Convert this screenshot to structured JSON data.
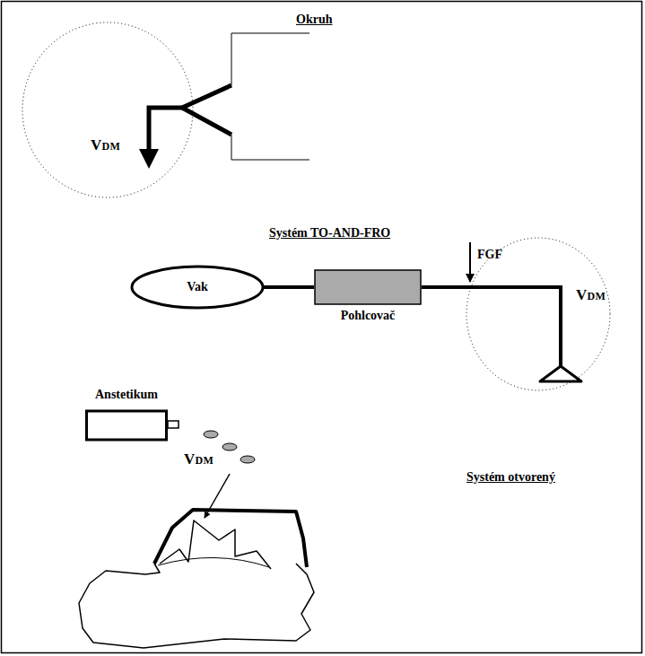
{
  "diagram": {
    "nodes": [
      {
        "text": [
          "VDM"
        ]
      },
      {
        "text": [
          "Vak"
        ]
      },
      {
        "text": [
          "Pohlcovač"
        ]
      },
      {
        "text": [
          "VDM"
        ]
      },
      {
        "text": [
          "Anstetikum"
        ]
      }
    ],
    "edges": [
      {
        "from": 1,
        "to": 2,
        "arrow": "none"
      }
    ],
    "labels": [
      "Okruh",
      "Systém TO-AND-FRO",
      "FGF",
      "Systém otvorený",
      "VDM"
    ]
  }
}
